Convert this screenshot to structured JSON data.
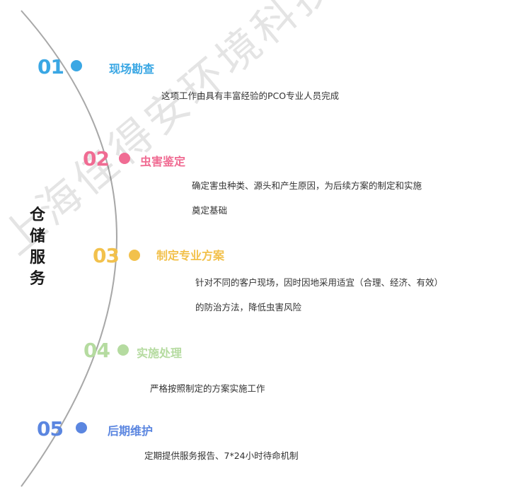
{
  "side_title": "仓\n储\n服\n务",
  "watermark": "上海佳得安环境科技发展有限公司",
  "steps": [
    {
      "number": "01",
      "title": "现场勘查",
      "color": "#3aa7e4",
      "desc": [
        "这项工作由具有丰富经验的PCO专业人员完成"
      ]
    },
    {
      "number": "02",
      "title": "虫害鉴定",
      "color": "#f06c93",
      "desc": [
        "确定害虫种类、源头和产生原因，为后续方案的制定和实施",
        "奠定基础"
      ]
    },
    {
      "number": "03",
      "title": "制定专业方案",
      "color": "#f2c14c",
      "desc": [
        "针对不同的客户现场，因时因地采用适宜（合理、经济、有效）",
        "的防治方法，降低虫害风险"
      ]
    },
    {
      "number": "04",
      "title": "实施处理",
      "color": "#b5dba0",
      "desc": [
        "严格按照制定的方案实施工作"
      ]
    },
    {
      "number": "05",
      "title": "后期维护",
      "color": "#5b86e0",
      "desc": [
        "定期提供服务报告、7*24小时待命机制"
      ]
    }
  ]
}
